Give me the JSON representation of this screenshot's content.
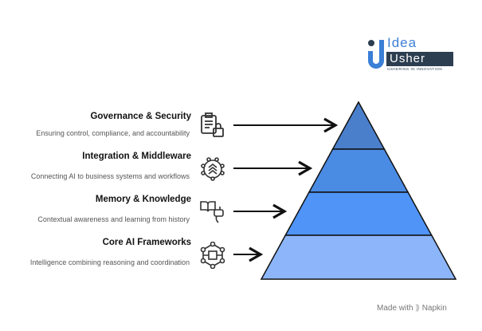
{
  "logo": {
    "line1": "Idea",
    "line2": "Usher",
    "tagline": "USHERING IN INNOVATION"
  },
  "layers": [
    {
      "title": "Governance & Security",
      "description": "Ensuring control, compliance, and accountability",
      "icon": "clipboard-lock-icon",
      "color": "#4a7fcb"
    },
    {
      "title": "Integration & Middleware",
      "description": "Connecting AI to business systems and workflows",
      "icon": "network-chevrons-icon",
      "color": "#4a8be3"
    },
    {
      "title": "Memory & Knowledge",
      "description": "Contextual awareness and learning from history",
      "icon": "book-chat-icon",
      "color": "#4f94f6"
    },
    {
      "title": "Core AI Frameworks",
      "description": "Intelligence combining reasoning and coordination",
      "icon": "hub-network-icon",
      "color": "#8cb6f9"
    }
  ],
  "footer": {
    "text": "Made with",
    "brand": "Napkin"
  }
}
